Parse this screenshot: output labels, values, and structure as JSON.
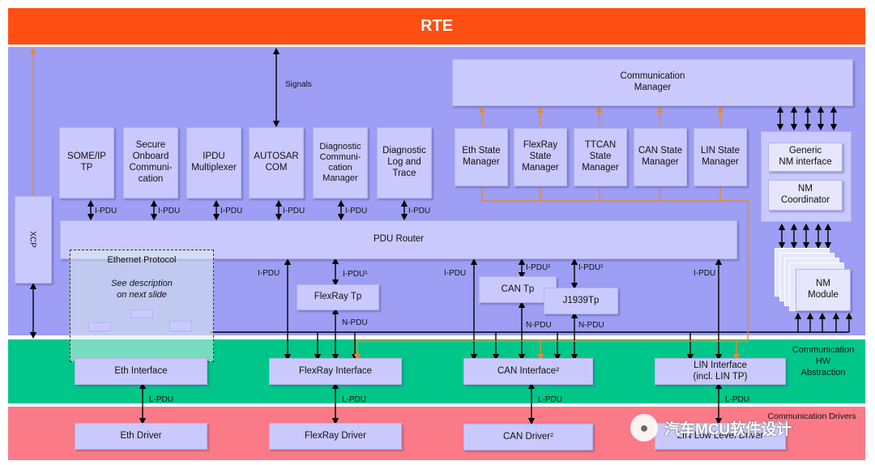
{
  "rte": "RTE",
  "signals": "Signals",
  "services": {
    "some_ip": "SOME/IP\nTP",
    "secoc": "Secure\nOnboard\nCommuni-\ncation",
    "ipdu_mux": "IPDU\nMultiplexer",
    "com": "AUTOSAR\nCOM",
    "dcm": "Diagnostic\nCommuni-\ncation\nManager",
    "dlt": "Diagnostic\nLog and\nTrace",
    "comm": "Communication\nManager",
    "eth_sm": "Eth State\nManager",
    "fr_sm": "FlexRay\nState\nManager",
    "ttcan_sm": "TTCAN\nState\nManager",
    "can_sm": "CAN State\nManager",
    "lin_sm": "LIN State\nManager",
    "generic_nm": "Generic\nNM interface",
    "nm_coord": "NM\nCoordinator",
    "nm_module": "NM\nModule",
    "pdu_router": "PDU Router",
    "xcp": "XCP",
    "flexray_tp": "FlexRay Tp",
    "can_tp": "CAN Tp",
    "j1939tp": "J1939Tp"
  },
  "eth_protocol": {
    "title": "Ethernet Protocol",
    "desc": "See description\non next slide"
  },
  "ipdu": "I-PDU",
  "ipdu1": "I-PDU¹",
  "npdu": "N-PDU",
  "lpdu": "L-PDU",
  "interfaces": {
    "eth_if": "Eth Interface",
    "fr_if": "FlexRay Interface",
    "can_if": "CAN Interface²",
    "lin_if": "LIN Interface\n(incl. LIN TP)"
  },
  "drivers": {
    "eth_drv": "Eth Driver",
    "fr_drv": "FlexRay Driver",
    "can_drv": "CAN Driver²",
    "lin_drv": "LIN Low Level Driver"
  },
  "layer_labels": {
    "hw_abs": "Communication\nHW\nAbstraction",
    "comm_drivers": "Communication Drivers"
  },
  "watermark": "汽车MCU软件设计"
}
